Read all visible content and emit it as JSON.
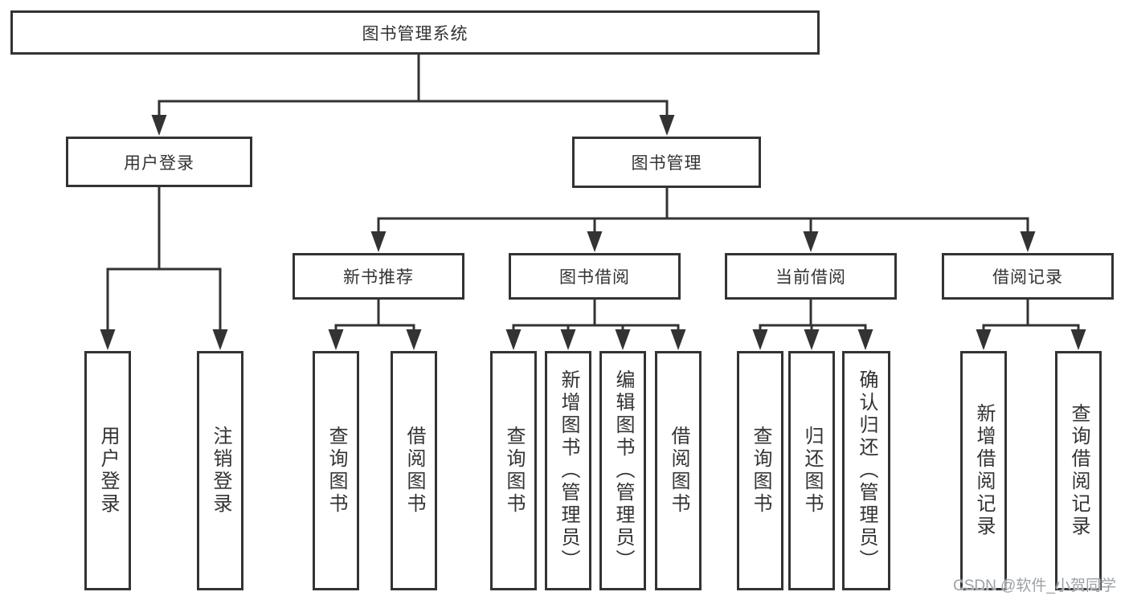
{
  "tree": {
    "label": "图书管理系统",
    "children": [
      {
        "label": "用户登录",
        "children": [
          {
            "label": "用户登录"
          },
          {
            "label": "注销登录"
          }
        ]
      },
      {
        "label": "图书管理",
        "children": [
          {
            "label": "新书推荐",
            "children": [
              {
                "label": "查询图书"
              },
              {
                "label": "借阅图书"
              }
            ]
          },
          {
            "label": "图书借阅",
            "children": [
              {
                "label": "查询图书"
              },
              {
                "label": "新增图书（管理员）"
              },
              {
                "label": "编辑图书（管理员）"
              },
              {
                "label": "借阅图书"
              }
            ]
          },
          {
            "label": "当前借阅",
            "children": [
              {
                "label": "查询图书"
              },
              {
                "label": "归还图书"
              },
              {
                "label": "确认归还（管理员）"
              }
            ]
          },
          {
            "label": "借阅记录",
            "children": [
              {
                "label": "新增借阅记录"
              },
              {
                "label": "查询借阅记录"
              }
            ]
          }
        ]
      }
    ]
  },
  "watermark": {
    "text": "CSDN @软件_小贺同学"
  },
  "colors": {
    "line": "#333333",
    "box_border": "#333333",
    "box_fill": "#ffffff",
    "text": "#333333",
    "watermark": "#9aa2a8"
  }
}
